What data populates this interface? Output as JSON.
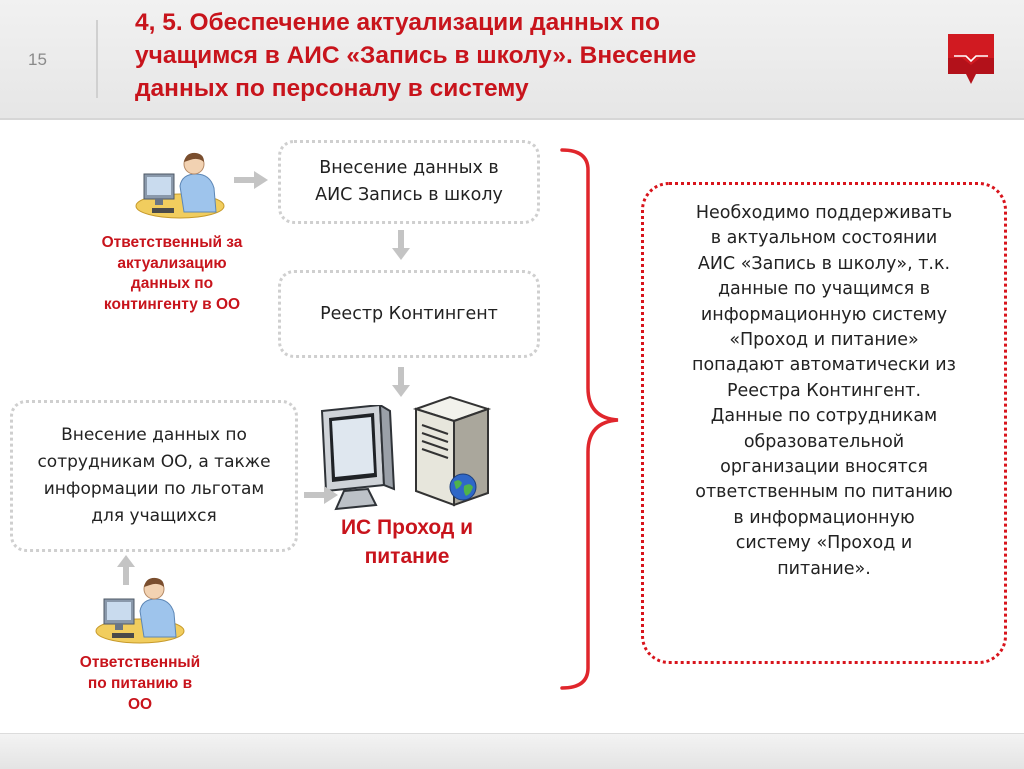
{
  "header": {
    "slide_number": "15",
    "title_lines": [
      "4, 5. Обеспечение актуализации данных по",
      "учащимся в АИС «Запись в школу». Внесение",
      "данных по персоналу в систему"
    ]
  },
  "diagram": {
    "box_entry_lines": [
      "Внесение данных в",
      "АИС Запись в школу"
    ],
    "box_registry": "Реестр Контингент",
    "box_staff_lines": [
      "Внесение данных по",
      "сотрудникам ОО, а также",
      "информации по льготам",
      "для учащихся"
    ],
    "role_contingent_lines": [
      "Ответственный за",
      "актуализацию",
      "данных по",
      "контингенту в ОО"
    ],
    "role_nutrition_lines": [
      "Ответственный",
      "по питанию в",
      "ОО"
    ],
    "system_label_lines": [
      "ИС Проход и",
      "питание"
    ]
  },
  "note": {
    "lines": [
      "Необходимо поддерживать",
      "в актуальном состоянии",
      "АИС «Запись в школу», т.к.",
      "данные по учащимся в",
      "информационную систему",
      "«Проход и питание»",
      "попадают автоматически из",
      "Реестра Контингент.",
      "Данные по сотрудникам",
      "образовательной",
      "организации вносятся",
      "ответственным по питанию",
      "в информационную",
      "систему «Проход и",
      "питание»."
    ]
  },
  "colors": {
    "accent": "#c8141c",
    "box_border": "#cfcfcf",
    "arrow": "#c4c4c4",
    "header_bg": "#ececec"
  },
  "icons": [
    "user-at-computer-icon",
    "user-at-computer-icon",
    "monitor-icon",
    "server-icon",
    "globe-icon",
    "logo-icon"
  ]
}
